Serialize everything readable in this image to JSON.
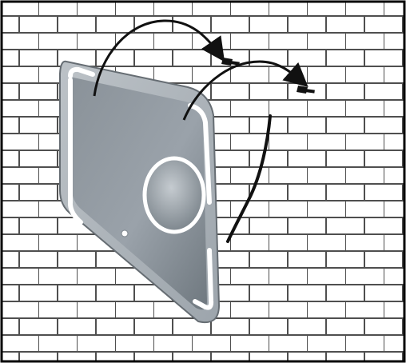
{
  "diagram": {
    "kind": "wall-mount-installation",
    "steps": [
      "hang-mirror-on-two-screws",
      "connect-power-cable"
    ],
    "parts": {
      "mirror": {
        "shape": "rounded-rectangle",
        "frame_color": "#a7aeb5",
        "glass_color": "#8f979f",
        "led_strip_color": "#ffffff"
      },
      "magnifier": {
        "shape": "ellipse",
        "ring_color": "#ffffff"
      },
      "touch_switch": {
        "shape": "circle"
      },
      "mounting_screws": {
        "count": 2,
        "color": "#111111"
      },
      "power_cable": {
        "color": "#111111"
      },
      "wall": {
        "material": "brick",
        "brick_color": "#ffffff",
        "mortar_color": "#4f4f4f"
      }
    },
    "arrow_icon": "curved-arrow-icon",
    "screw_icon": "screw-icon"
  }
}
